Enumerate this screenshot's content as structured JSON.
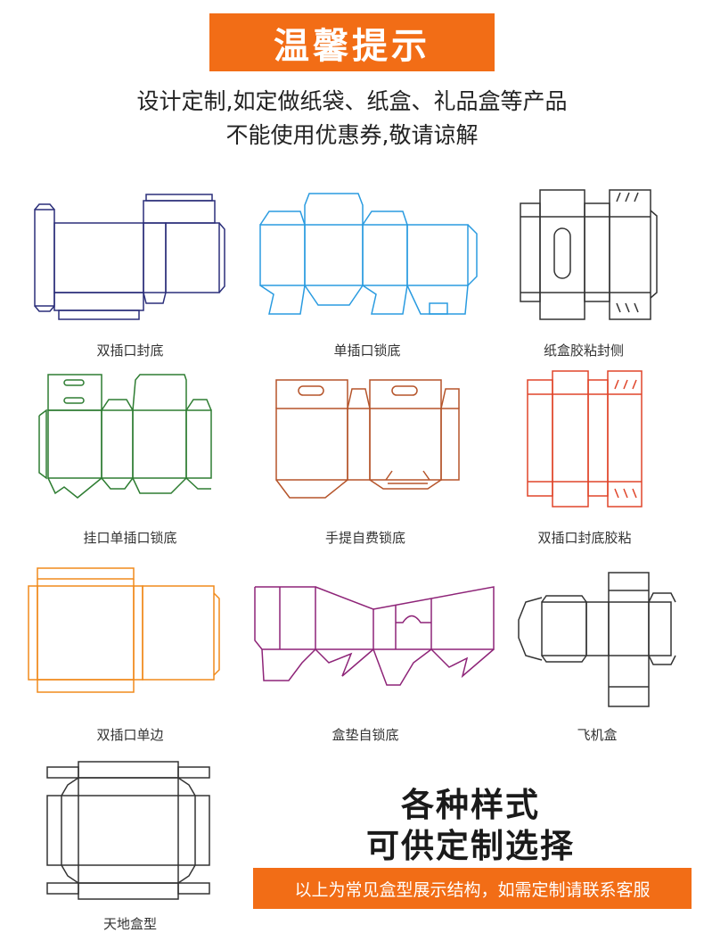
{
  "header": {
    "title": "温馨提示",
    "notice_line1": "设计定制,如定做纸袋、纸盒、礼品盒等产品",
    "notice_line2": "不能使用优惠券,敬请谅解"
  },
  "box_types": [
    {
      "label": "双插口封底",
      "icon": "double-tuck-bottom-dieline",
      "color": "#2b2f7a"
    },
    {
      "label": "单插口锁底",
      "icon": "single-tuck-lock-bottom-dieline",
      "color": "#2a9be0"
    },
    {
      "label": "纸盒胶粘封侧",
      "icon": "glued-side-box-dieline",
      "color": "#333333"
    },
    {
      "label": "挂口单插口锁底",
      "icon": "hang-tab-lock-bottom-dieline",
      "color": "#2e7d32"
    },
    {
      "label": "手提自费锁底",
      "icon": "handle-lock-bottom-dieline",
      "color": "#b5542a"
    },
    {
      "label": "双插口封底胶粘",
      "icon": "double-tuck-glued-dieline",
      "color": "#e0452a"
    },
    {
      "label": "双插口单边",
      "icon": "double-tuck-single-side-dieline",
      "color": "#f08a1c"
    },
    {
      "label": "盒垫自锁底",
      "icon": "pad-self-lock-bottom-dieline",
      "color": "#8e2478"
    },
    {
      "label": "飞机盒",
      "icon": "mailer-box-dieline",
      "color": "#333333"
    },
    {
      "label": "天地盒型",
      "icon": "lid-base-box-dieline",
      "color": "#333333"
    }
  ],
  "promo": {
    "line1": "各种样式",
    "line2": "可供定制选择",
    "footer": "以上为常见盒型展示结构，如需定制请联系客服"
  },
  "colors": {
    "accent": "#f26d16"
  }
}
